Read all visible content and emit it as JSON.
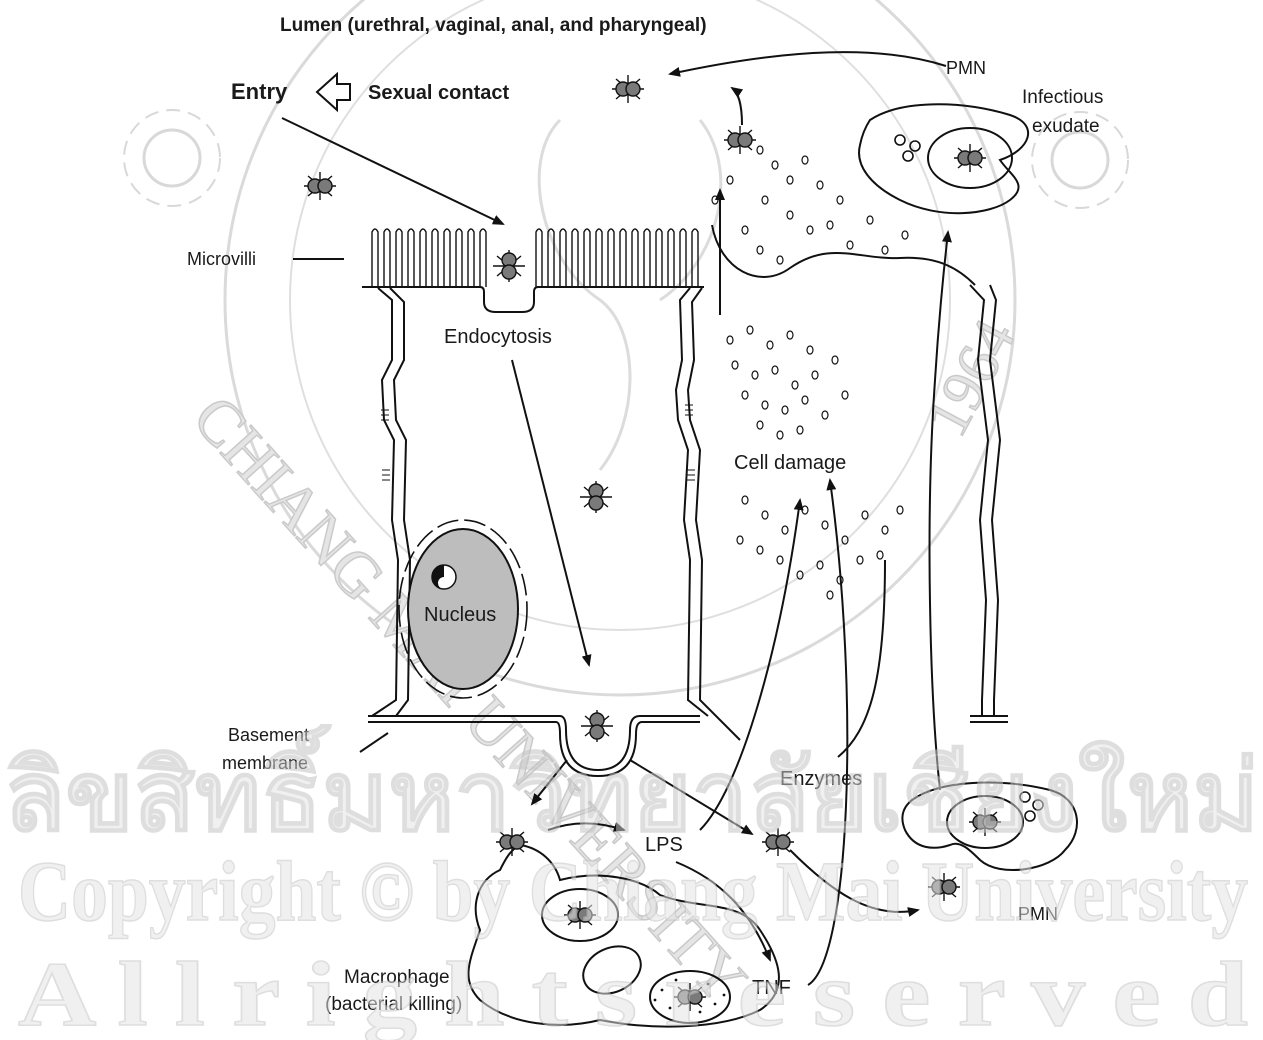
{
  "labels": {
    "lumen": "Lumen (urethral, vaginal, anal, and pharyngeal)",
    "entry": "Entry",
    "sexual_contact": "Sexual contact",
    "pmn_top": "PMN",
    "infectious": "Infectious",
    "exudate": "exudate",
    "microvilli": "Microvilli",
    "endocytosis": "Endocytosis",
    "cell_damage": "Cell damage",
    "nucleus": "Nucleus",
    "basement": "Basement",
    "membrane": "membrane",
    "enzymes": "Enzymes",
    "lps": "LPS",
    "pmn_bottom": "PMN",
    "tnf": "TNF",
    "macrophage": "Macrophage",
    "bacterial_killing": "(bacterial killing)"
  },
  "watermark": {
    "thai": "ลิขสิทธิ์มหาวิทยาลัยเชียงใหม่",
    "copyright": "Copyright © by Chiang Mai University",
    "rights": "A l l   r i g h t s   r e s e r v e d",
    "seal_year": "1964",
    "seal_text": "CHIANG MAI UNIVERSITY"
  }
}
